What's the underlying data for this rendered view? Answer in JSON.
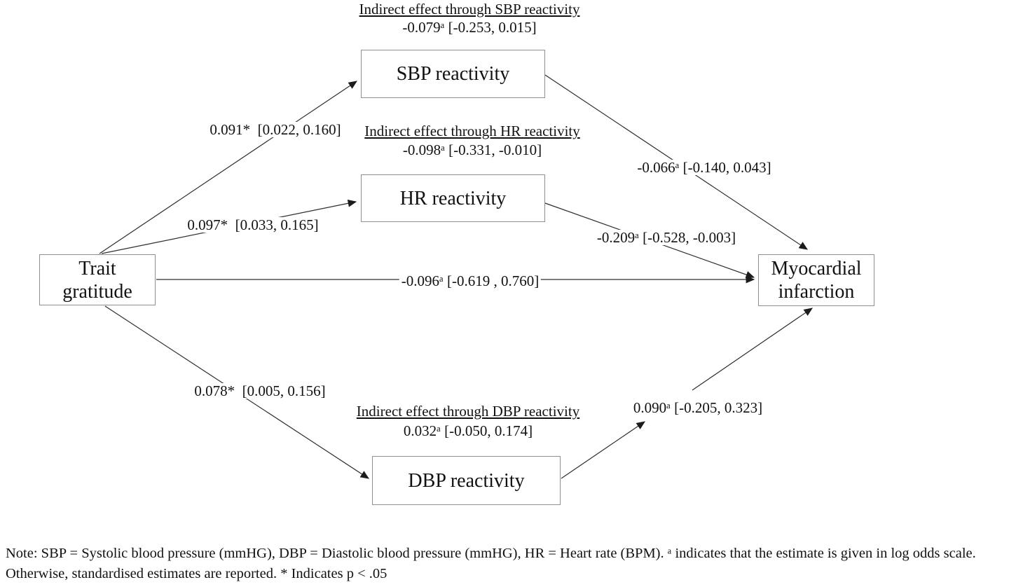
{
  "diagram": {
    "nodes": {
      "trait_gratitude": {
        "label": "Trait\ngratitude"
      },
      "sbp_reactivity": {
        "label": "SBP reactivity"
      },
      "hr_reactivity": {
        "label": "HR reactivity"
      },
      "dbp_reactivity": {
        "label": "DBP reactivity"
      },
      "myocardial_infarction": {
        "label": "Myocardial\ninfarction"
      }
    },
    "indirect_effects": [
      {
        "title": "Indirect effect through SBP reactivity",
        "estimate": "-0.079ᵃ [-0.253, 0.015]"
      },
      {
        "title": "Indirect effect through HR reactivity",
        "estimate": "-0.098ᵃ [-0.331, -0.010]"
      },
      {
        "title": "Indirect effect through DBP reactivity",
        "estimate": "0.032ᵃ [-0.050, 0.174]"
      }
    ],
    "path_labels": {
      "trait_to_sbp": "0.091*  [0.022, 0.160]",
      "trait_to_hr": "0.097*  [0.033, 0.165]",
      "trait_to_dbp": "0.078*  [0.005, 0.156]",
      "trait_to_mi_direct": "-0.096ᵃ [-0.619 , 0.760]",
      "sbp_to_mi": "-0.066ᵃ [-0.140, 0.043]",
      "hr_to_mi": "-0.209ᵃ [-0.528, -0.003]",
      "dbp_to_mi": "0.090ᵃ [-0.205, 0.323]"
    },
    "note": "Note: SBP = Systolic blood pressure (mmHG), DBP = Diastolic blood pressure (mmHG), HR = Heart rate (BPM). ᵃ indicates that the estimate is given in log odds scale. Otherwise, standardised estimates are reported. * Indicates p < .05",
    "colors": {
      "line": "#2e2e2e",
      "box_border": "#8f8f8f",
      "text": "#111111",
      "background": "#ffffff"
    }
  }
}
